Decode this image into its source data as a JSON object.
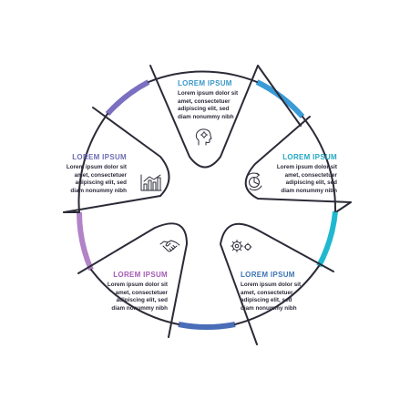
{
  "blocks": [
    {
      "id": "top",
      "title": "LOREM IPSUM",
      "color": "#3a97c9",
      "lines": [
        "Lorem ipsum dolor sit",
        "amet, consectetuer",
        "adipiscing elit, sed",
        "diam nonummy nibh"
      ],
      "icon": "head-gear-icon"
    },
    {
      "id": "right-top",
      "title": "LOREM IPSUM",
      "color": "#22a8c2",
      "lines": [
        "Lorem ipsum dolor sit",
        "amet, consectetuer",
        "adipiscing elit, sed",
        "diam nonummy nibh"
      ],
      "icon": "clock-chart-icon"
    },
    {
      "id": "right-bottom",
      "title": "LOREM IPSUM",
      "color": "#3b73b3",
      "lines": [
        "Lorem ipsum dolor sit",
        "amet, consectetuer",
        "adipiscing elit, sed",
        "diam nonummy nibh"
      ],
      "icon": "gears-icon"
    },
    {
      "id": "left-bottom",
      "title": "LOREM IPSUM",
      "color": "#a35bb4",
      "lines": [
        "Lorem ipsum dolor sit",
        "amet, consectetuer",
        "adipiscing elit, sed",
        "diam nonummy nibh"
      ],
      "icon": "handshake-icon"
    },
    {
      "id": "left-top",
      "title": "LOREM IPSUM",
      "color": "#6e6db3",
      "lines": [
        "Lorem ipsum dolor sit",
        "amet, consectetuer",
        "adipiscing elit, sed",
        "diam nonummy nibh"
      ],
      "icon": "bar-chart-icon"
    }
  ],
  "arc_colors": {
    "top_right": "#3a9bd6",
    "right": "#1fb8d0",
    "bottom": "#4a6db8",
    "left": "#b283c7",
    "top_left": "#7a6fc0",
    "outline": "#2b2b38"
  }
}
